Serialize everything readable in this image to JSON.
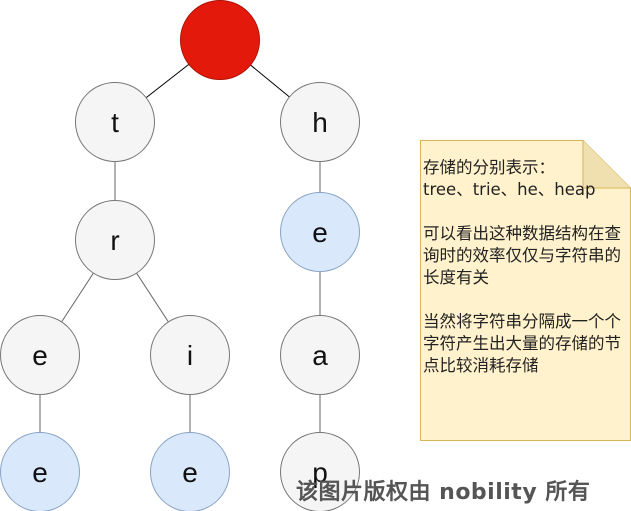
{
  "colors": {
    "root": "#e31a0b",
    "node": "#f5f5f5",
    "end_node": "#dae8fc",
    "note_fill": "#fff2cc",
    "note_border": "#d6b656",
    "edge": "#333333"
  },
  "tree": {
    "root": {
      "label": ""
    },
    "nodes": [
      {
        "id": "t",
        "label": "t",
        "end": false
      },
      {
        "id": "h",
        "label": "h",
        "end": false
      },
      {
        "id": "r",
        "label": "r",
        "end": false
      },
      {
        "id": "he",
        "label": "e",
        "end": true
      },
      {
        "id": "tre",
        "label": "e",
        "end": false
      },
      {
        "id": "tri",
        "label": "i",
        "end": false
      },
      {
        "id": "hea",
        "label": "a",
        "end": false
      },
      {
        "id": "tree",
        "label": "e",
        "end": true
      },
      {
        "id": "trie",
        "label": "e",
        "end": true
      },
      {
        "id": "heap",
        "label": "p",
        "end": false
      }
    ],
    "edges": [
      [
        "root",
        "t"
      ],
      [
        "root",
        "h"
      ],
      [
        "t",
        "r"
      ],
      [
        "r",
        "tre"
      ],
      [
        "r",
        "tri"
      ],
      [
        "h",
        "he"
      ],
      [
        "he",
        "hea"
      ],
      [
        "tre",
        "tree"
      ],
      [
        "tri",
        "trie"
      ],
      [
        "hea",
        "heap"
      ]
    ]
  },
  "note": {
    "paragraphs": [
      "存储的分别表示：\ntree、trie、he、heap",
      "可以看出这种数据结构在查询时的效率仅仅与字符串的长度有关",
      "当然将字符串分隔成一个个字符产生出大量的存储的节点比较消耗存储"
    ]
  },
  "watermark": "该图片版权由 nobility 所有"
}
